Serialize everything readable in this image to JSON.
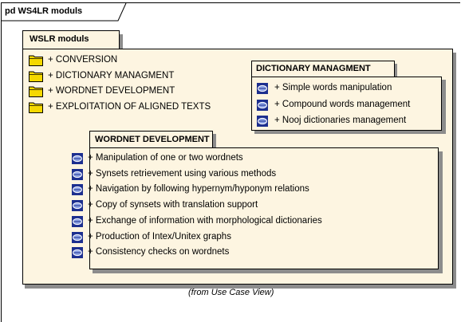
{
  "frame": {
    "label": "pd WS4LR moduls"
  },
  "outer_package": {
    "title": "WSLR moduls",
    "items": [
      {
        "label": "+ CONVERSION",
        "icon": "folder-icon"
      },
      {
        "label": "+ DICTIONARY MANAGMENT",
        "icon": "folder-icon"
      },
      {
        "label": "+ WORDNET DEVELOPMENT",
        "icon": "folder-icon"
      },
      {
        "label": "+ EXPLOITATION OF ALIGNED TEXTS",
        "icon": "folder-icon"
      }
    ]
  },
  "dictionary_package": {
    "title": "DICTIONARY MANAGMENT",
    "items": [
      {
        "label": "+ Simple words manipulation",
        "icon": "use-case-icon"
      },
      {
        "label": "+ Compound words management",
        "icon": "use-case-icon"
      },
      {
        "label": "+ Nooj dictionaries management",
        "icon": "use-case-icon"
      }
    ]
  },
  "wordnet_package": {
    "title": "WORDNET DEVELOPMENT",
    "items": [
      {
        "label": "+ Manipulation of one or two wordnets",
        "icon": "use-case-icon"
      },
      {
        "label": "+ Synsets retrievement using various methods",
        "icon": "use-case-icon"
      },
      {
        "label": "+ Navigation by following hypernym/hyponym relations",
        "icon": "use-case-icon"
      },
      {
        "label": "+ Copy of synsets with translation support",
        "icon": "use-case-icon"
      },
      {
        "label": "+ Exchange of information with morphological dictionaries",
        "icon": "use-case-icon"
      },
      {
        "label": "+ Production of Intex/Unitex graphs",
        "icon": "use-case-icon"
      },
      {
        "label": "+ Consistency checks on wordnets",
        "icon": "use-case-icon"
      }
    ]
  },
  "caption": "(from Use Case View)",
  "colors": {
    "package_fill": "#fdf5e1",
    "shadow": "#8c8c8c",
    "folder": "#f5d800",
    "use_case": "#1c2f8f"
  }
}
